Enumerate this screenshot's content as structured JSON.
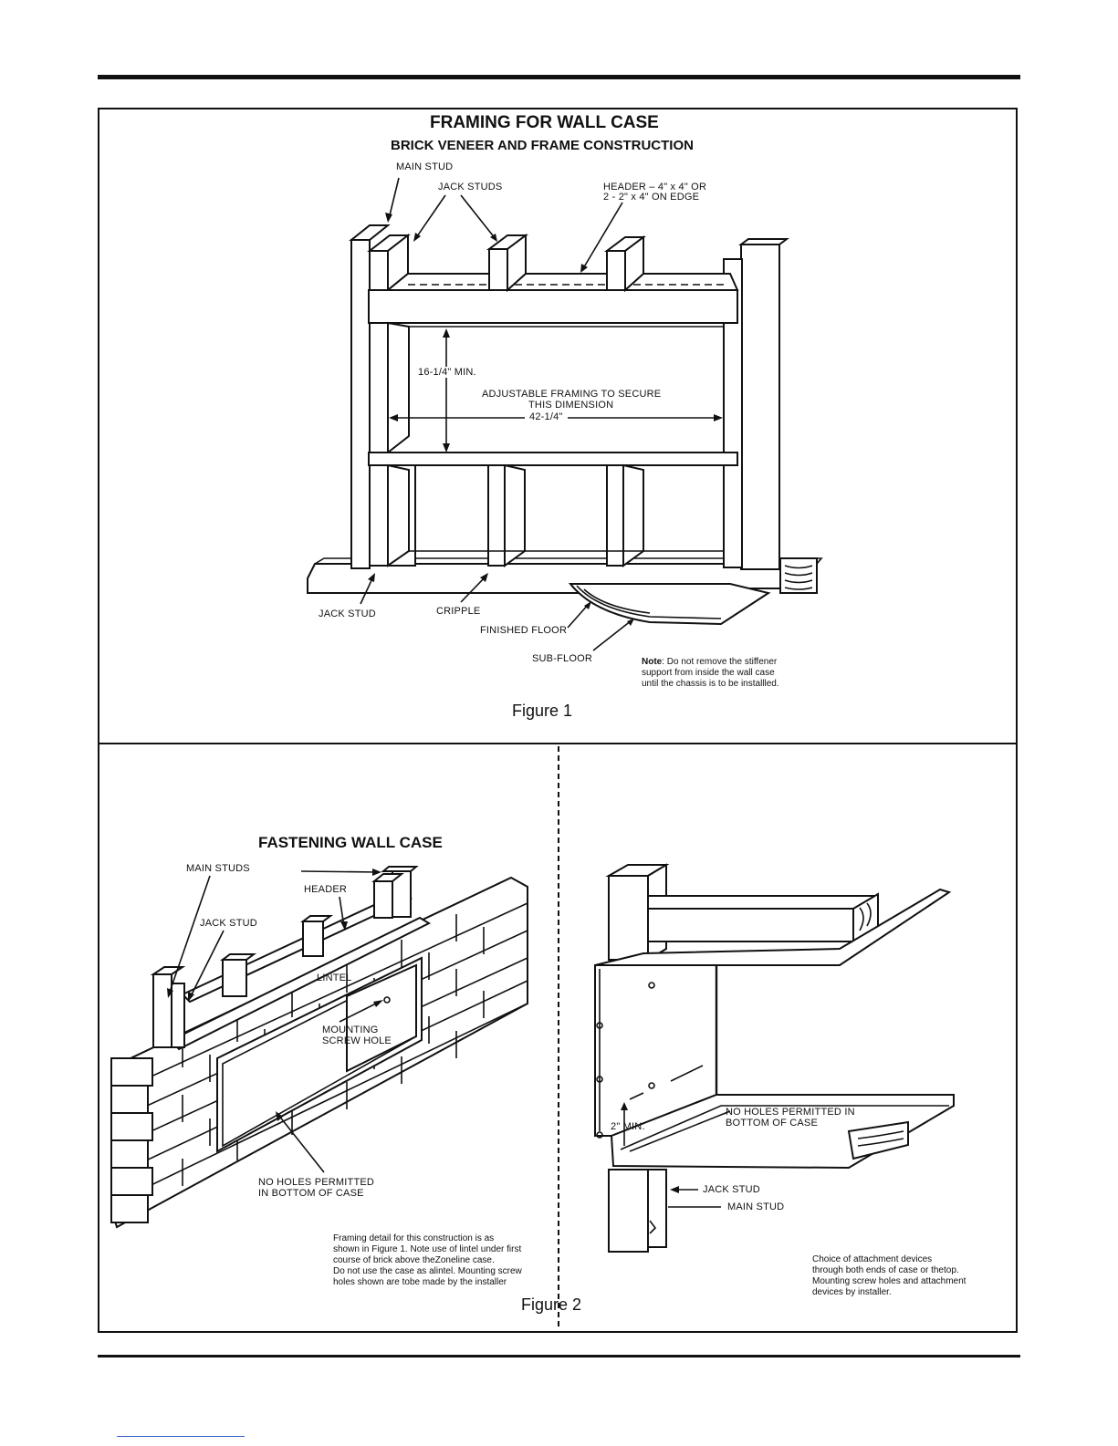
{
  "figure1": {
    "title": "FRAMING FOR WALL CASE",
    "subtitle": "BRICK VENEER AND FRAME CONSTRUCTION",
    "labels": {
      "main_stud": "MAIN STUD",
      "jack_studs": "JACK STUDS",
      "header_line1": "HEADER – 4\" x 4\" OR",
      "header_line2": "2 - 2\" x 4\" ON EDGE",
      "height_dim": "16-1/4\" MIN.",
      "adjustable_line1": "ADJUSTABLE FRAMING TO SECURE",
      "adjustable_line2": "THIS DIMENSION",
      "width_dim": "42-1/4\"",
      "jack_stud": "JACK STUD",
      "cripple": "CRIPPLE",
      "finished_floor": "FINISHED FLOOR",
      "sub_floor": "SUB-FLOOR"
    },
    "note_label": "Note",
    "note_line1": ": Do not remove the stiffener",
    "note_line2": "support from inside the wall case",
    "note_line3": "until the chassis is to be installled.",
    "caption": "Figure 1"
  },
  "figure2": {
    "title": "FASTENING WALL CASE",
    "left_labels": {
      "main_studs": "MAIN STUDS",
      "header": "HEADER",
      "jack_stud": "JACK STUD",
      "lintel": "LINTEL",
      "mounting_line1": "MOUNTING",
      "mounting_line2": "SCREW HOLE",
      "no_holes_line1": "NO HOLES PERMITTED",
      "no_holes_line2": "IN BOTTOM OF CASE"
    },
    "left_note": [
      "Framing detail for this construction is as",
      "shown in Figure 1. Note use of lintel under first",
      "course of brick above theZoneline case.",
      "Do not use the case as alintel. Mounting screw",
      "holes shown are tobe made by the installer"
    ],
    "right_labels": {
      "min_dim": "2\" MIN.",
      "no_holes_line1": "NO HOLES PERMITTED IN",
      "no_holes_line2": "BOTTOM OF CASE",
      "jack_stud": "JACK STUD",
      "main_stud": "MAIN STUD"
    },
    "right_note": [
      "Choice of attachment devices",
      "through both ends of case or thetop.",
      "Mounting screw holes and attachment",
      "devices by installer."
    ],
    "caption": "Figure 2"
  }
}
